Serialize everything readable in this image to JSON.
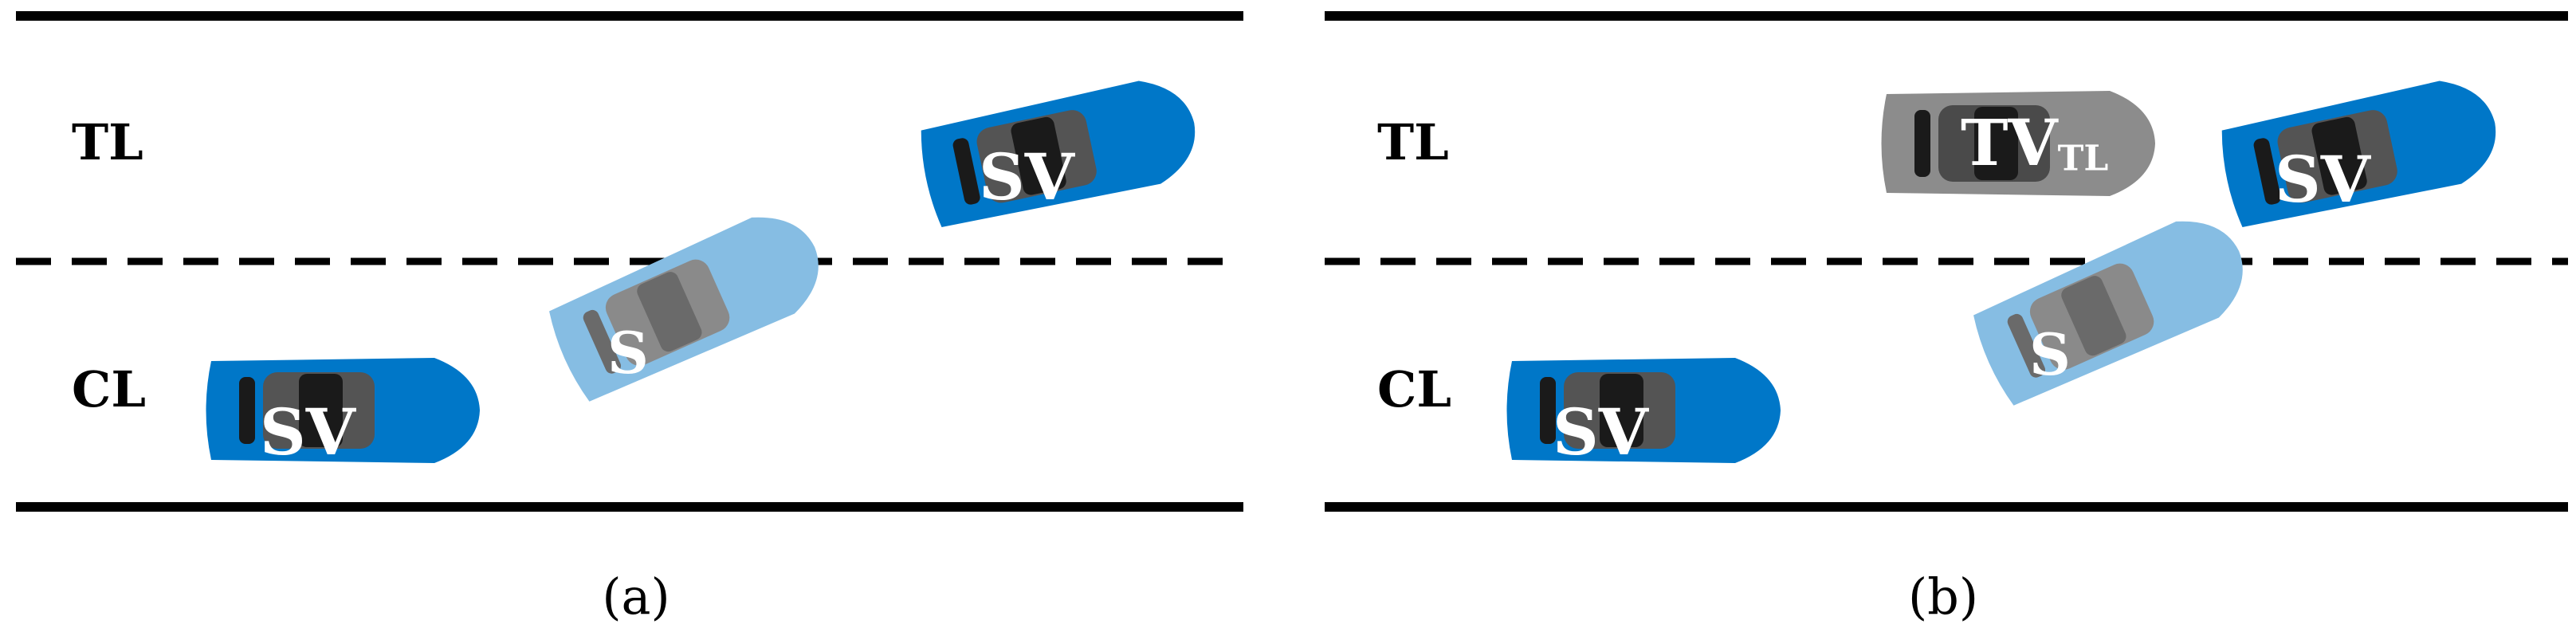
{
  "panels": [
    {
      "caption": "(a)",
      "lanes": {
        "top": "TL",
        "bottom": "CL"
      },
      "cars": [
        {
          "label": "SV",
          "sub": "",
          "color": "#0077c8"
        },
        {
          "label": "S",
          "sub": "",
          "color": "#86bde3"
        },
        {
          "label": "SV",
          "sub": "",
          "color": "#0077c8"
        }
      ]
    },
    {
      "caption": "(b)",
      "lanes": {
        "top": "TL",
        "bottom": "CL"
      },
      "cars": [
        {
          "label": "TV",
          "sub": "TL",
          "color": "#8c8c8c"
        },
        {
          "label": "SV",
          "sub": "",
          "color": "#0077c8"
        },
        {
          "label": "S",
          "sub": "",
          "color": "#86bde3"
        },
        {
          "label": "SV",
          "sub": "",
          "color": "#0077c8"
        }
      ]
    }
  ]
}
